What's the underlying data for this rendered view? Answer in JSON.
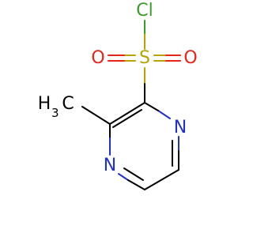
{
  "molecule": {
    "atoms": {
      "chlorine": {
        "label": "Cl",
        "color": "#3a9b2b"
      },
      "sulfur": {
        "label": "S",
        "color": "#b5a400"
      },
      "oxygen_left": {
        "label": "O",
        "color": "#e8231a"
      },
      "oxygen_right": {
        "label": "O",
        "color": "#e8231a"
      },
      "nitrogen_ring_right": {
        "label": "N",
        "color": "#2030d0"
      },
      "nitrogen_ring_bottom": {
        "label": "N",
        "color": "#2030d0"
      },
      "methyl": {
        "label": "H",
        "subscript": "3",
        "suffix": "C",
        "color": "#000000"
      }
    },
    "bond_color": "#000000"
  }
}
